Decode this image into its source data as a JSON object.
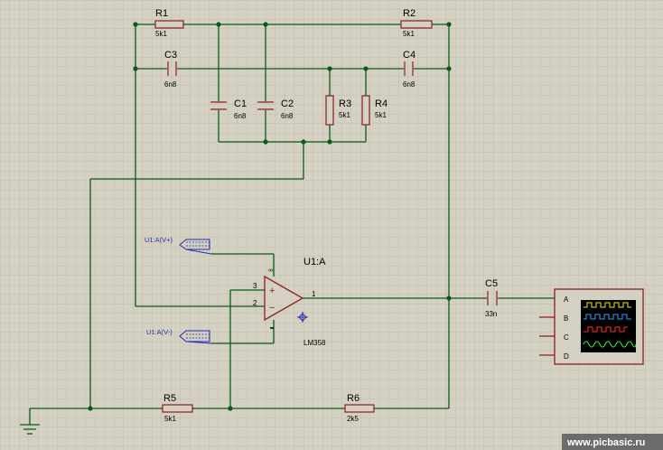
{
  "components": {
    "R1": {
      "ref": "R1",
      "value": "5k1"
    },
    "R2": {
      "ref": "R2",
      "value": "5k1"
    },
    "R3": {
      "ref": "R3",
      "value": "5k1"
    },
    "R4": {
      "ref": "R4",
      "value": "5k1"
    },
    "R5": {
      "ref": "R5",
      "value": "5k1"
    },
    "R6": {
      "ref": "R6",
      "value": "2k5"
    },
    "C1": {
      "ref": "C1",
      "value": "6n8"
    },
    "C2": {
      "ref": "C2",
      "value": "6n8"
    },
    "C3": {
      "ref": "C3",
      "value": "6n8"
    },
    "C4": {
      "ref": "C4",
      "value": "6n8"
    },
    "C5": {
      "ref": "C5",
      "value": "33n"
    }
  },
  "opamp": {
    "ref": "U1:A",
    "part": "LM358",
    "pin_noninv": "3",
    "pin_inv": "2",
    "pin_out": "1",
    "plus": "+",
    "minus": "−"
  },
  "terminals": {
    "vplus": "U1:A(V+)",
    "vminus": "U1:A(V-)"
  },
  "scope": {
    "channels": [
      "A",
      "B",
      "C",
      "D"
    ],
    "trace_colors": [
      "#f0f000",
      "#30a0ff",
      "#ff3030",
      "#30ff30"
    ]
  },
  "colors": {
    "background": "#d4d0c2",
    "grid": "#bcb8aa",
    "wire": "#0b5a14",
    "component": "#8a1f1f"
  },
  "watermark": "www.picbasic.ru"
}
